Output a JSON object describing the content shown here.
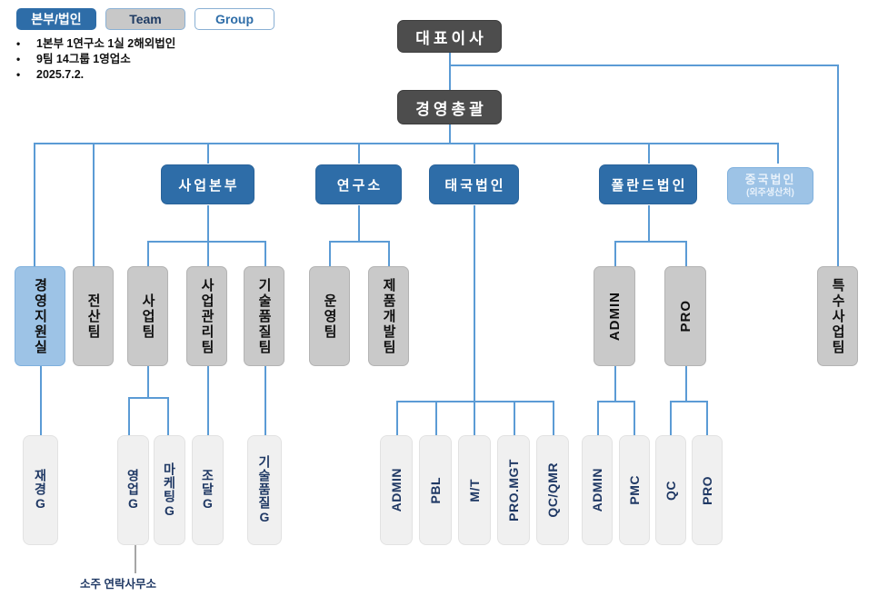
{
  "legend": {
    "tabs": [
      {
        "label": "본부/법인",
        "style": "primary"
      },
      {
        "label": "Team",
        "style": "secondary"
      },
      {
        "label": "Group",
        "style": "tertiary"
      }
    ],
    "bullet": "•",
    "notes": [
      "1본부 1연구소 1실  2해외법인",
      "9팀 14그룹 1영업소",
      "2025.7.2."
    ]
  },
  "colors": {
    "exec": "#4d4d4d",
    "division": "#2e6da8",
    "division_muted": "#9dc3e6",
    "team": "#c9c9c9",
    "team_accent": "#9dc3e6",
    "group": "#f0f0f0",
    "connector": "#5b9bd5",
    "caption_text": "#1f3864"
  },
  "nodes": {
    "ceo": {
      "label": "대표이사"
    },
    "coo": {
      "label": "경영총괄"
    },
    "biz_hq": {
      "label": "사업본부"
    },
    "rnd": {
      "label": "연구소"
    },
    "thailand": {
      "label": "태국법인"
    },
    "poland": {
      "label": "폴란드법인"
    },
    "china": {
      "label": "중국법인",
      "sub": "(외주생산처)"
    },
    "mgmt_support": {
      "label": "경영지원실"
    },
    "it_team": {
      "label": "전산팀"
    },
    "biz_team": {
      "label": "사업팀"
    },
    "biz_mgmt_team": {
      "label": "사업관리팀"
    },
    "tech_quality_team": {
      "label": "기술품질팀"
    },
    "ops_team": {
      "label": "운영팀"
    },
    "product_dev_team": {
      "label": "제품개발팀"
    },
    "poland_admin": {
      "label": "ADMIN"
    },
    "poland_pro": {
      "label": "PRO"
    },
    "special_biz_team": {
      "label": "특수사업팀"
    },
    "g_finance": {
      "label": "재경G"
    },
    "g_sales": {
      "label": "영업G"
    },
    "g_marketing": {
      "label": "마케팅G"
    },
    "g_procurement": {
      "label": "조달G"
    },
    "g_tech_quality": {
      "label": "기술품질G"
    },
    "th_admin": {
      "label": "ADMIN"
    },
    "th_pbl": {
      "label": "PBL"
    },
    "th_mt": {
      "label": "M/T"
    },
    "th_promgt": {
      "label": "PRO.MGT"
    },
    "th_qcqmr": {
      "label": "QC/QMR"
    },
    "pl_admin": {
      "label": "ADMIN"
    },
    "pl_pmc": {
      "label": "PMC"
    },
    "pl_qc": {
      "label": "QC"
    },
    "pl_pro": {
      "label": "PRO"
    }
  },
  "caption": {
    "suzhou_office": "소주 연락사무소"
  }
}
